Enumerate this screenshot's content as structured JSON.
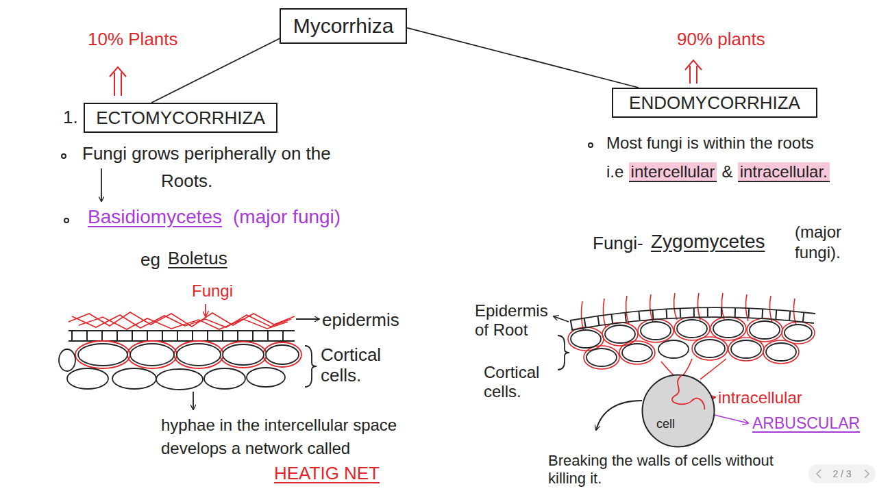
{
  "diagram": {
    "nodes": [
      {
        "text": [
          "Mycorrhiza"
        ]
      },
      {
        "text": [
          "ECTOMYCORRHIZA"
        ]
      },
      {
        "text": [
          "ENDOMYCORRHIZA"
        ]
      },
      {
        "text": [
          "cell"
        ]
      }
    ],
    "edges": [
      {
        "from": 0,
        "to": 1,
        "arrow": "none"
      },
      {
        "from": 0,
        "to": 2,
        "arrow": "none"
      }
    ],
    "labels": [
      "10% Plants",
      "90% plants",
      "1.",
      "Fungi grows peripherally on the Roots.",
      "Basidiomycetes",
      "(major fungi)",
      "eg",
      "Boletus",
      "Fungi",
      "epidermis",
      "Cortical cells.",
      "hyphae in the intercellular space develops a network called",
      "HEATIG NET",
      "Most fungi is within the roots i.e",
      "intercellular",
      "&",
      "intracellular.",
      "Fungi-",
      "Zygomycetes",
      "(major fungi).",
      "Epidermis of Root",
      "Cortical cells.",
      "intracellular",
      "ARBUSCULAR",
      "Breaking the walls of cells without killing it.",
      "2 / 3"
    ]
  }
}
